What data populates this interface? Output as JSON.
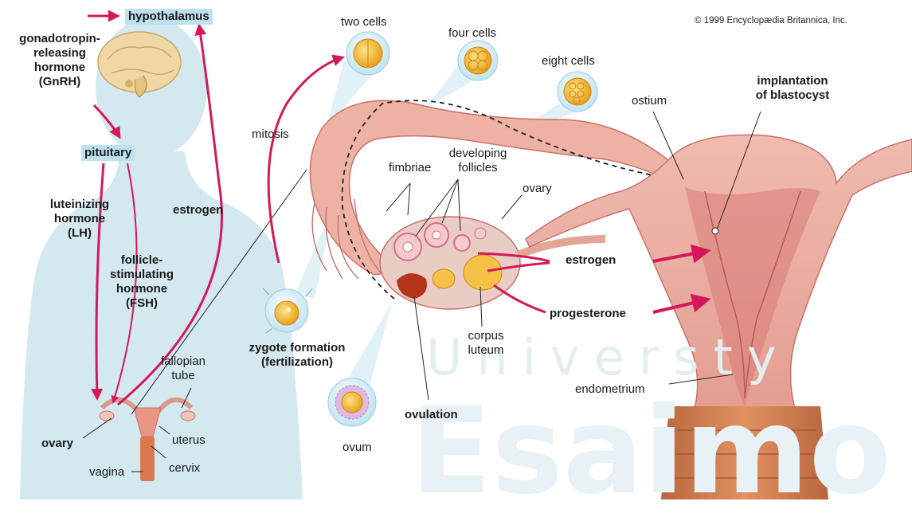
{
  "copyright": "© 1999 Encyclopædia Britannica, Inc.",
  "watermark": {
    "word1": "Universty",
    "word2": "Esaimo"
  },
  "labels": {
    "hypothalamus": "hypothalamus",
    "gnrh": [
      "gonadotropin-",
      "releasing",
      "hormone",
      "(GnRH)"
    ],
    "pituitary": "pituitary",
    "lh": [
      "luteinizing",
      "hormone",
      "(LH)"
    ],
    "fsh": [
      "follicle-",
      "stimulating",
      "hormone",
      "(FSH)"
    ],
    "estrogen_left": "estrogen",
    "fallopian_tube": [
      "fallopian",
      "tube"
    ],
    "ovary_left": "ovary",
    "uterus": "uterus",
    "vagina": "vagina",
    "cervix": "cervix",
    "two_cells": "two cells",
    "four_cells": "four cells",
    "eight_cells": "eight cells",
    "mitosis": "mitosis",
    "fimbriae": "fimbriae",
    "developing_follicles": [
      "developing",
      "follicles"
    ],
    "ovary_right": "ovary",
    "ostium": "ostium",
    "implantation": [
      "implantation",
      "of blastocyst"
    ],
    "estrogen_right": "estrogen",
    "progesterone": "progesterone",
    "zygote": [
      "zygote formation",
      "(fertilization)"
    ],
    "corpus_luteum": [
      "corpus",
      "luteum"
    ],
    "endometrium": "endometrium",
    "ovulation": "ovulation",
    "ovum": "ovum"
  },
  "colors": {
    "arrow": "#d4185a",
    "highlight": "#bfe1ee",
    "silhouette": "#d4e8f0",
    "tissue": "#e9a79a",
    "tissue_dark": "#c9706a",
    "cell": "#f2b42c"
  }
}
